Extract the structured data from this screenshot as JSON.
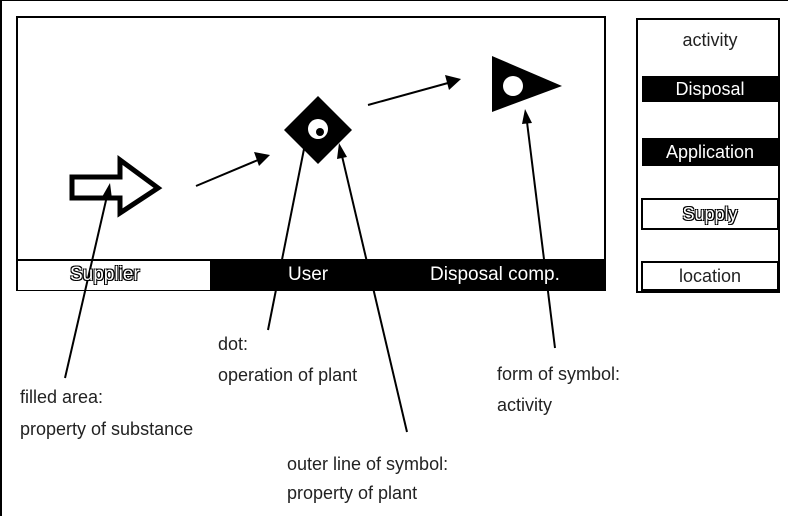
{
  "lanes": {
    "supplier": "Supplier",
    "user": "User",
    "disposal": "Disposal comp."
  },
  "legend": {
    "activity": "activity",
    "disposal": "Disposal",
    "application": "Application",
    "supply": "Supply",
    "location": "location"
  },
  "annotations": {
    "dot_line1": "dot:",
    "dot_line2": "operation of plant",
    "filled_line1": "filled area:",
    "filled_line2": "property of substance",
    "form_line1": "form of symbol:",
    "form_line2": "activity",
    "outer_line1": "outer line of symbol:",
    "outer_line2": "property of plant"
  },
  "colors": {
    "ink": "#000000",
    "paper": "#ffffff"
  }
}
